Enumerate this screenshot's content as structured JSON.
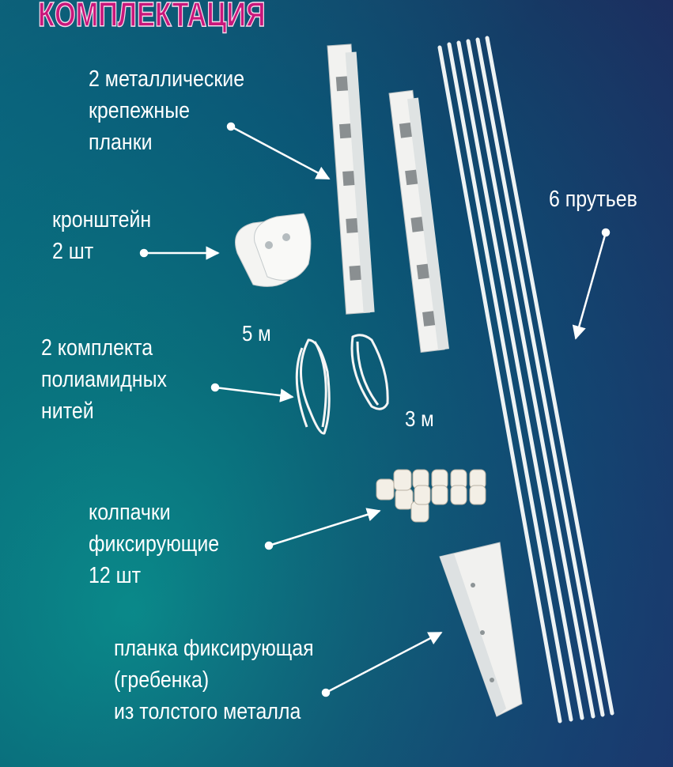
{
  "title": "КОМПЛЕКТАЦИЯ",
  "labels": {
    "planks": [
      "2 металлические",
      "крепежные",
      "планки"
    ],
    "bracket": [
      "кронштейн",
      "2 шт"
    ],
    "threads": [
      "2 комплекта",
      "полиамидных",
      "нитей"
    ],
    "len5": "5 м",
    "len3": "3 м",
    "rods": "6 прутьев",
    "caps": [
      "колпачки",
      "фиксирующие",
      "12 шт"
    ],
    "comb": [
      "планка фиксирующая",
      "(гребенка)",
      "из толстого металла"
    ]
  },
  "colors": {
    "title": "#c8177b",
    "text": "#ffffff",
    "parts": "#f4f4f2"
  }
}
